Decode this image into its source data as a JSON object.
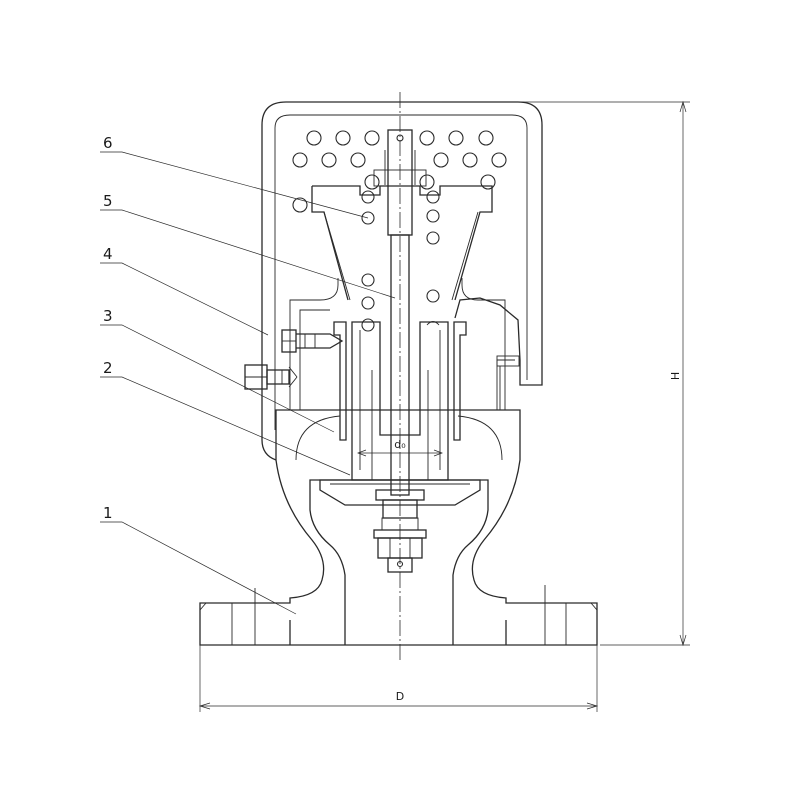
{
  "callouts": [
    {
      "number": "6"
    },
    {
      "number": "5"
    },
    {
      "number": "4"
    },
    {
      "number": "3"
    },
    {
      "number": "2"
    },
    {
      "number": "1"
    }
  ],
  "dimensions": {
    "height_label": "H",
    "diameter_label": "D",
    "bore_label": "d₀"
  },
  "colors": {
    "line": "#2a2a2a",
    "background": "#ffffff"
  }
}
